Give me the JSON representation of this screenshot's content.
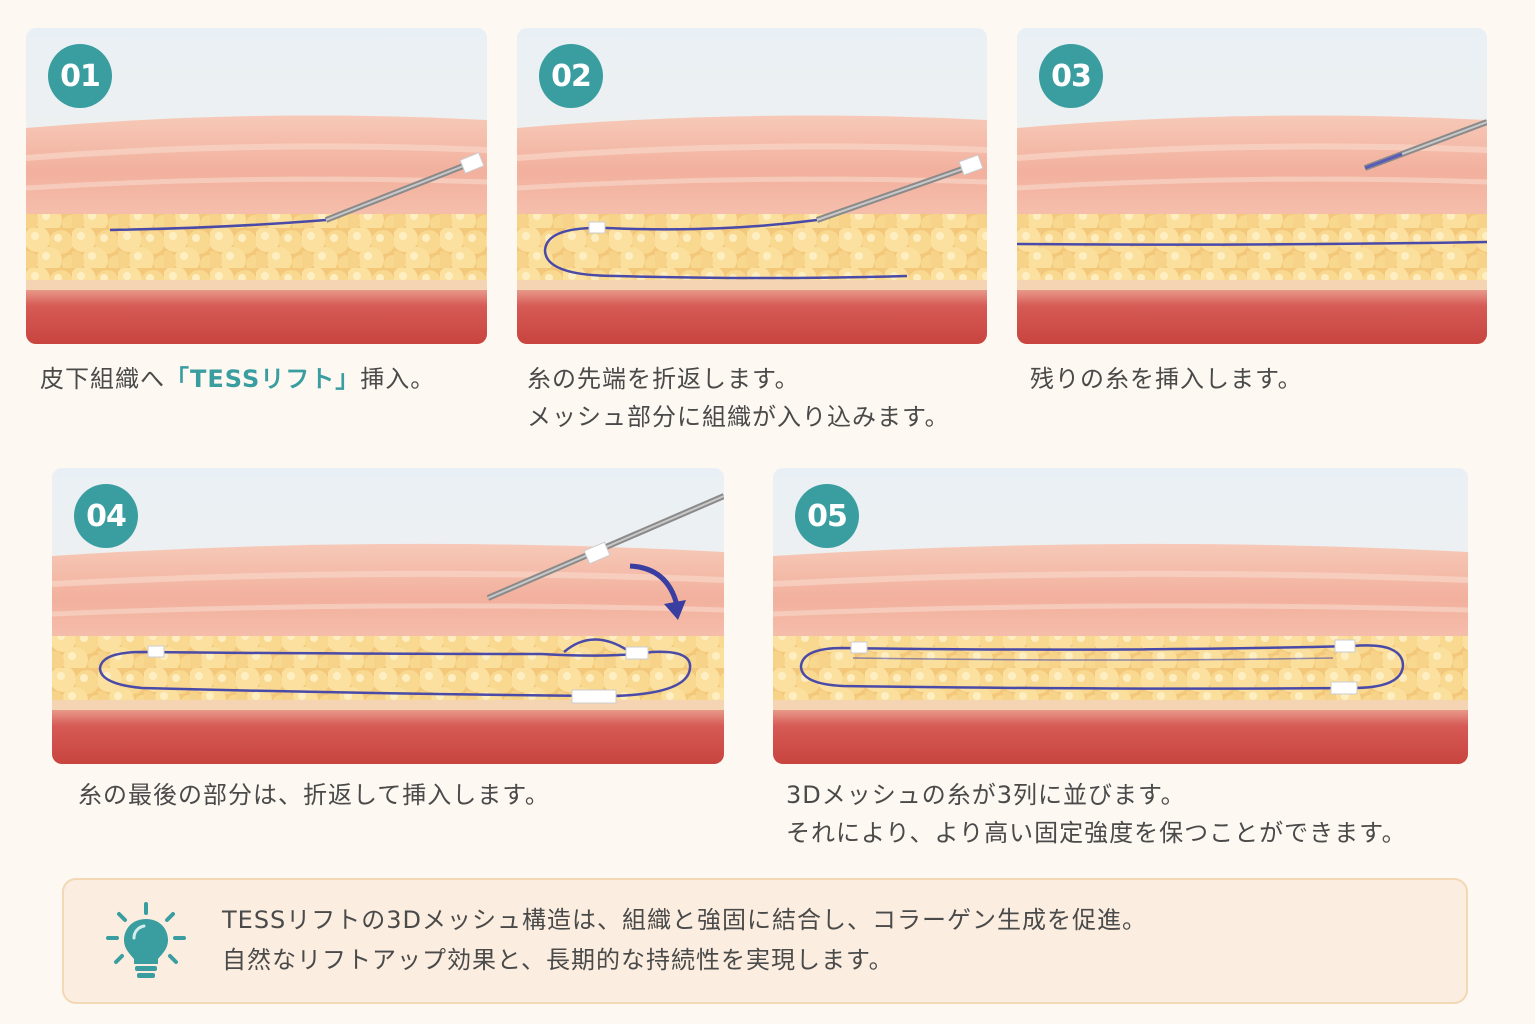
{
  "steps": [
    {
      "number": "01",
      "caption_pre": "皮下組織へ",
      "caption_highlight": "「TESSリフト」",
      "caption_post": "挿入。"
    },
    {
      "number": "02",
      "line1": "糸の先端を折返します。",
      "line2": "メッシュ部分に組織が入り込みます。"
    },
    {
      "number": "03",
      "line1": "残りの糸を挿入します。"
    },
    {
      "number": "04",
      "line1": "糸の最後の部分は、折返して挿入します。"
    },
    {
      "number": "05",
      "line1": "3Dメッシュの糸が3列に並びます。",
      "line2": "それにより、より高い固定強度を保つことができます。"
    }
  ],
  "info": {
    "icon": "lightbulb-icon",
    "line1": "TESSリフトの3Dメッシュ構造は、組織と強固に結合し、コラーゲン生成を促進。",
    "line2": "自然なリフトアップ効果と、長期的な持続性を実現します。"
  },
  "colors": {
    "accent": "#3a9ea0",
    "thread": "#4a4aa8",
    "info_bg": "#fbeee0"
  }
}
